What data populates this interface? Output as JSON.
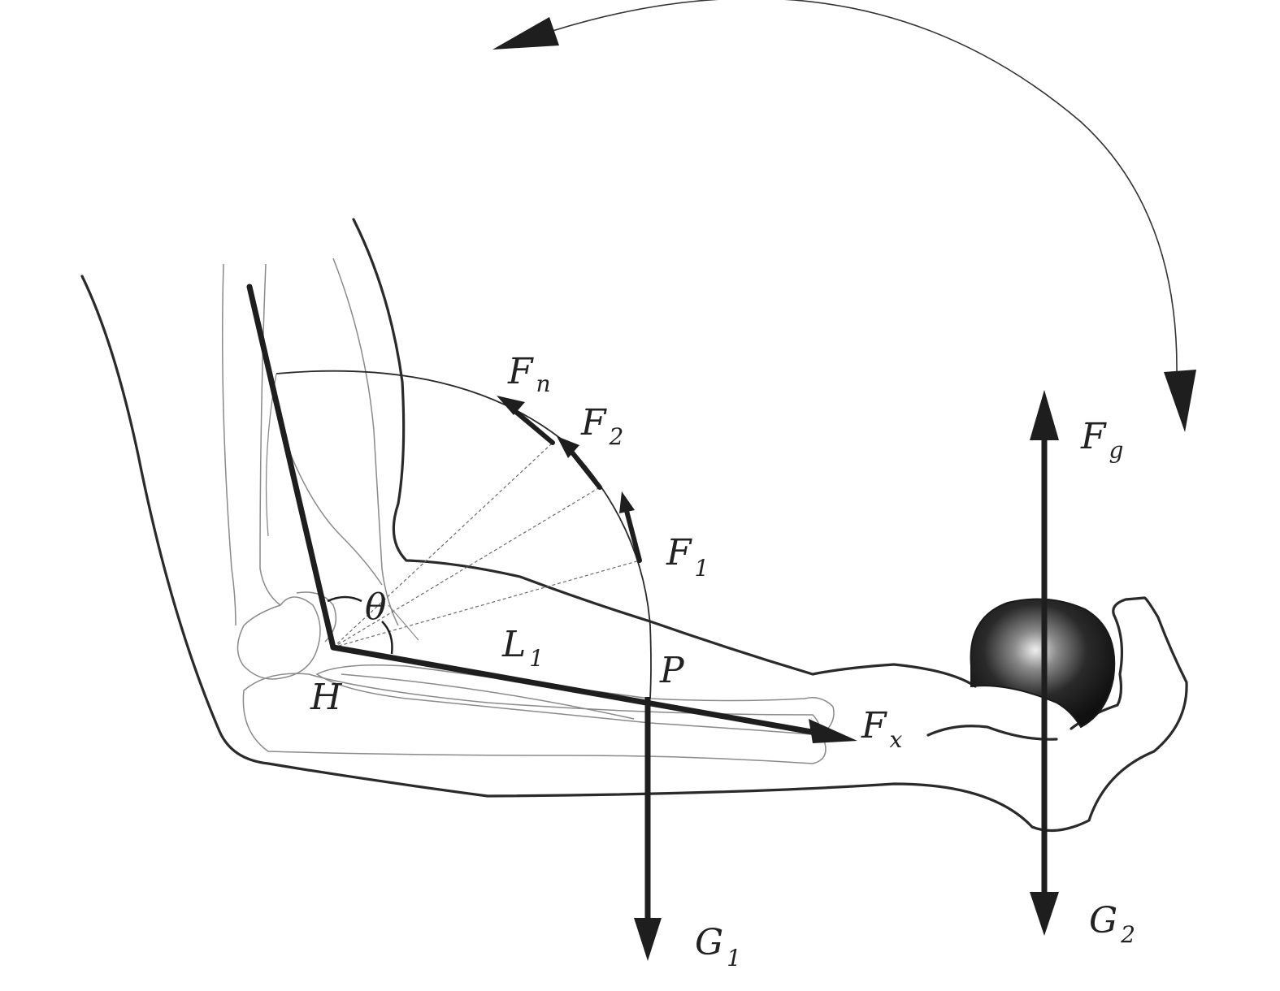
{
  "colors": {
    "ink": "#1e1e1e",
    "outline": "#2a2a2a",
    "bone": "#8a8a8a",
    "dashed": "#6a6a6a",
    "ball_dark": "#1a1a1a",
    "ball_highlight": "#e8e8e8",
    "background": "#ffffff"
  },
  "labels": {
    "Fn": {
      "main": "F",
      "sub": "n"
    },
    "F2": {
      "main": "F",
      "sub": "2"
    },
    "F1": {
      "main": "F",
      "sub": "1"
    },
    "Fg": {
      "main": "F",
      "sub": "g"
    },
    "Fx": {
      "main": "F",
      "sub": "x"
    },
    "G1": {
      "main": "G",
      "sub": "1"
    },
    "G2": {
      "main": "G",
      "sub": "2"
    },
    "L1": {
      "main": "L",
      "sub": "1"
    },
    "theta": "θ",
    "H": "H",
    "P": "P"
  },
  "icons": {
    "rotation_arrow": "curved-double-arrow",
    "weight_ball": "dumbbell-ball"
  }
}
